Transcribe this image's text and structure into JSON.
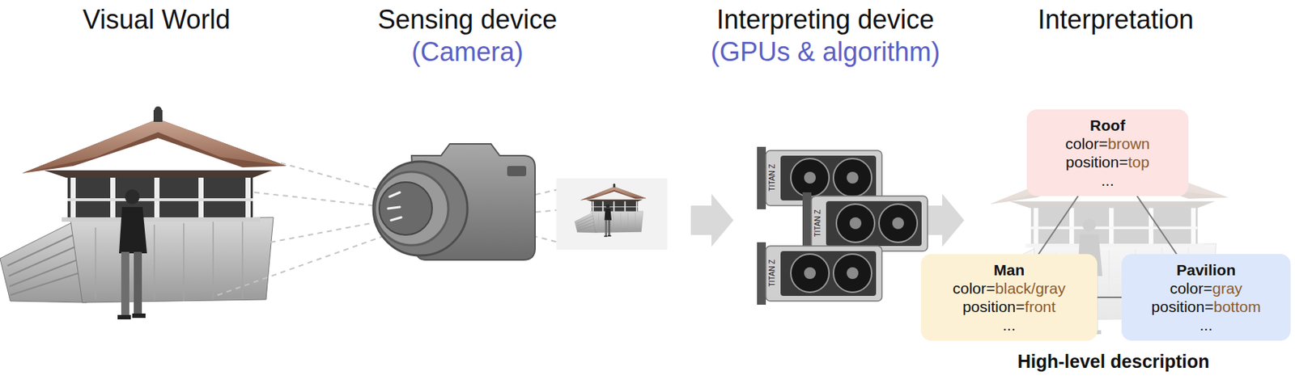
{
  "diagram": {
    "nodes": [
      {
        "text": [
          "Roof",
          "color=brown",
          "position=top",
          "..."
        ]
      },
      {
        "text": [
          "Man",
          "color=black/gray",
          "position=front",
          "..."
        ]
      },
      {
        "text": [
          "Pavilion",
          "color=gray",
          "position=bottom",
          "..."
        ]
      }
    ],
    "edges": [
      {
        "from": 0,
        "to": 1,
        "arrow": "none"
      },
      {
        "from": 0,
        "to": 2,
        "arrow": "none"
      },
      {
        "from": 1,
        "to": 2,
        "arrow": "none"
      }
    ],
    "labels": [
      "Visual World",
      "Sensing device",
      "(Camera)",
      "Interpreting device",
      "(GPUs & algorithm)",
      "Interpretation",
      "TITAN Z",
      "TITAN Z",
      "TITAN Z",
      "High-level description"
    ]
  }
}
